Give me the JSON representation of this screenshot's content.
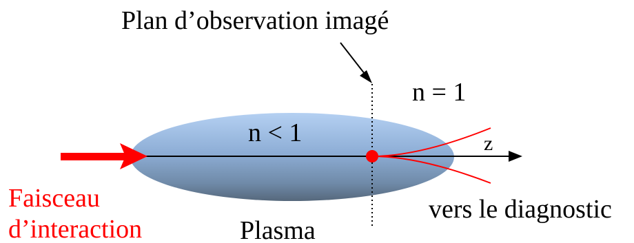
{
  "labels": {
    "observation_plane": "Plan d’observation imagé",
    "outside_index": "n = 1",
    "inside_index": "n < 1",
    "axis": "z",
    "beam_line1": "Faisceau",
    "beam_line2": "d’interaction",
    "plasma": "Plasma",
    "diagnostic": "vers le diagnostic"
  },
  "colors": {
    "beam": "#ff0000",
    "plasma_light": "#aac8ee",
    "plasma_mid": "#88a8cc",
    "plasma_dark": "#5a6e84",
    "text": "#000000"
  }
}
